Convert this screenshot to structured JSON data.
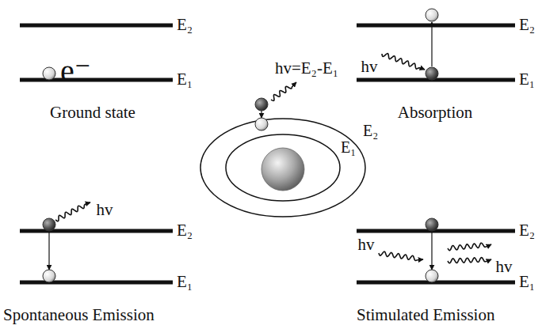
{
  "diagram": {
    "labels": [
      "E₂",
      "E₁",
      "e⁻",
      "Ground state",
      "hv=E₂-E₁",
      "E₂",
      "E₁",
      "E₂",
      "E₁",
      "hv",
      "Absorption",
      "E₂",
      "E₁",
      "hv",
      "Spontaneous Emission",
      "E₂",
      "E₁",
      "hv",
      "hv",
      "Stimulated Emission"
    ]
  }
}
